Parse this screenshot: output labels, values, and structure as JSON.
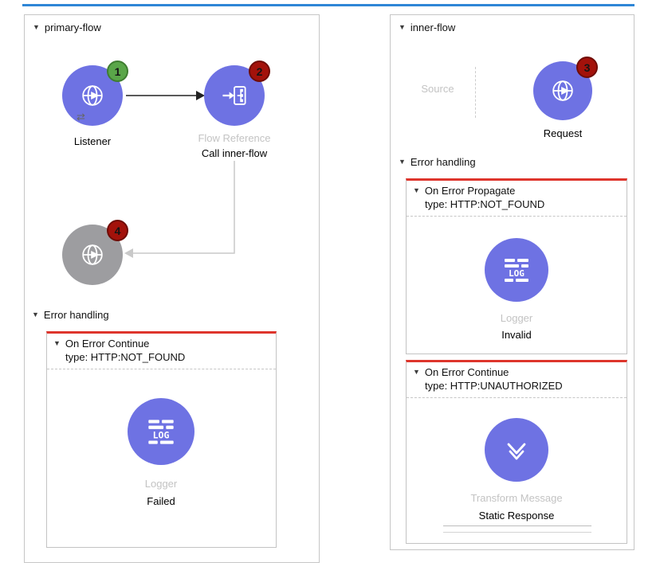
{
  "icons": {
    "collapse": "▼",
    "response_arrows": "⇄"
  },
  "colors": {
    "top_bar": "#2e86d6",
    "node_blue": "#6e72e3",
    "node_gray": "#9d9da0",
    "badge_green": "#5aa649",
    "badge_red": "#a3120b",
    "error_scope_top": "#de352c"
  },
  "primary_flow": {
    "title": "primary-flow",
    "listener": {
      "name": "Listener",
      "badge": "1"
    },
    "flow_ref": {
      "type_label": "Flow Reference",
      "name": "Call inner-flow",
      "badge": "2"
    },
    "disabled_listener": {
      "badge": "4"
    },
    "error_section_label": "Error handling",
    "on_error": {
      "title": "On Error Continue",
      "type": "type: HTTP:NOT_FOUND",
      "logger": {
        "type_label": "Logger",
        "name": "Failed"
      }
    }
  },
  "inner_flow": {
    "title": "inner-flow",
    "source_label": "Source",
    "request": {
      "name": "Request",
      "badge": "3"
    },
    "error_section_label": "Error handling",
    "scopes": [
      {
        "title": "On Error Propagate",
        "type": "type: HTTP:NOT_FOUND",
        "component": {
          "type_label": "Logger",
          "name": "Invalid"
        }
      },
      {
        "title": "On Error Continue",
        "type": "type: HTTP:UNAUTHORIZED",
        "component": {
          "type_label": "Transform Message",
          "name": "Static Response"
        }
      }
    ]
  }
}
